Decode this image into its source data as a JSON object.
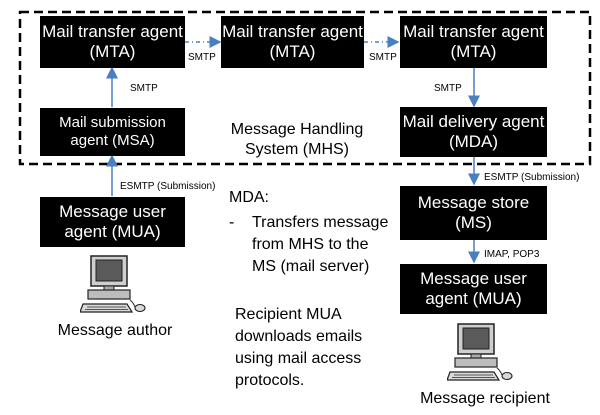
{
  "nodes": {
    "mta1": "Mail transfer agent (MTA)",
    "mta2": "Mail transfer agent (MTA)",
    "mta3": "Mail transfer agent (MTA)",
    "msa": "Mail submission agent (MSA)",
    "mda": "Mail delivery agent (MDA)",
    "mua_sender": "Message user agent (MUA)",
    "ms": "Message store (MS)",
    "mua_recipient": "Message user agent (MUA)"
  },
  "mhs_label": "Message Handling System (MHS)",
  "edge_labels": {
    "mta1_mta2": "SMTP",
    "mta2_mta3": "SMTP",
    "msa_mta1": "SMTP",
    "mta3_mda": "SMTP",
    "mua_msa": "ESMTP (Submission)",
    "mda_ms": "ESMTP (Submission)",
    "ms_mua": "IMAP, POP3"
  },
  "notes": {
    "mda_title": "MDA:",
    "mda_bullet_marker": "-",
    "mda_bullet_lines": [
      "Transfers message",
      "from MHS to the",
      "MS (mail server)"
    ],
    "recipient_lines": [
      "Recipient MUA",
      "downloads emails",
      "using mail access",
      "protocols."
    ]
  },
  "captions": {
    "author": "Message author",
    "recipient": "Message recipient"
  },
  "icons": {
    "author": "desktop-computer-icon",
    "recipient": "desktop-computer-icon"
  },
  "colors": {
    "node_fill": "#000000",
    "node_text": "#ffffff",
    "arrow": "#4a7fc1",
    "mhs_border": "#000000"
  }
}
